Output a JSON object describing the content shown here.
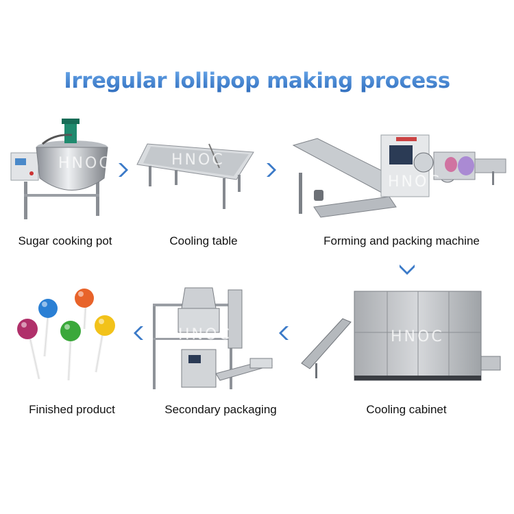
{
  "title": "Irregular lollipop making process",
  "watermark": "HNOC",
  "colors": {
    "title": "#3d7cc9",
    "arrow": "#3b7ac8",
    "steel": "#c9cdd2",
    "cabinet": "#b9bcc0"
  },
  "steps": [
    {
      "label": "Sugar cooking pot",
      "icon": "sugar-cooking-pot"
    },
    {
      "label": "Cooling table",
      "icon": "cooling-table"
    },
    {
      "label": "Forming and packing machine",
      "icon": "forming-packing-machine"
    },
    {
      "label": "Cooling cabinet",
      "icon": "cooling-cabinet"
    },
    {
      "label": "Secondary packaging",
      "icon": "secondary-packaging-machine"
    },
    {
      "label": "Finished product",
      "icon": "lollipops"
    }
  ],
  "lollipop_colors": [
    "#b0306a",
    "#2a7fd4",
    "#e8632a",
    "#3aa83a",
    "#f2c21a"
  ]
}
